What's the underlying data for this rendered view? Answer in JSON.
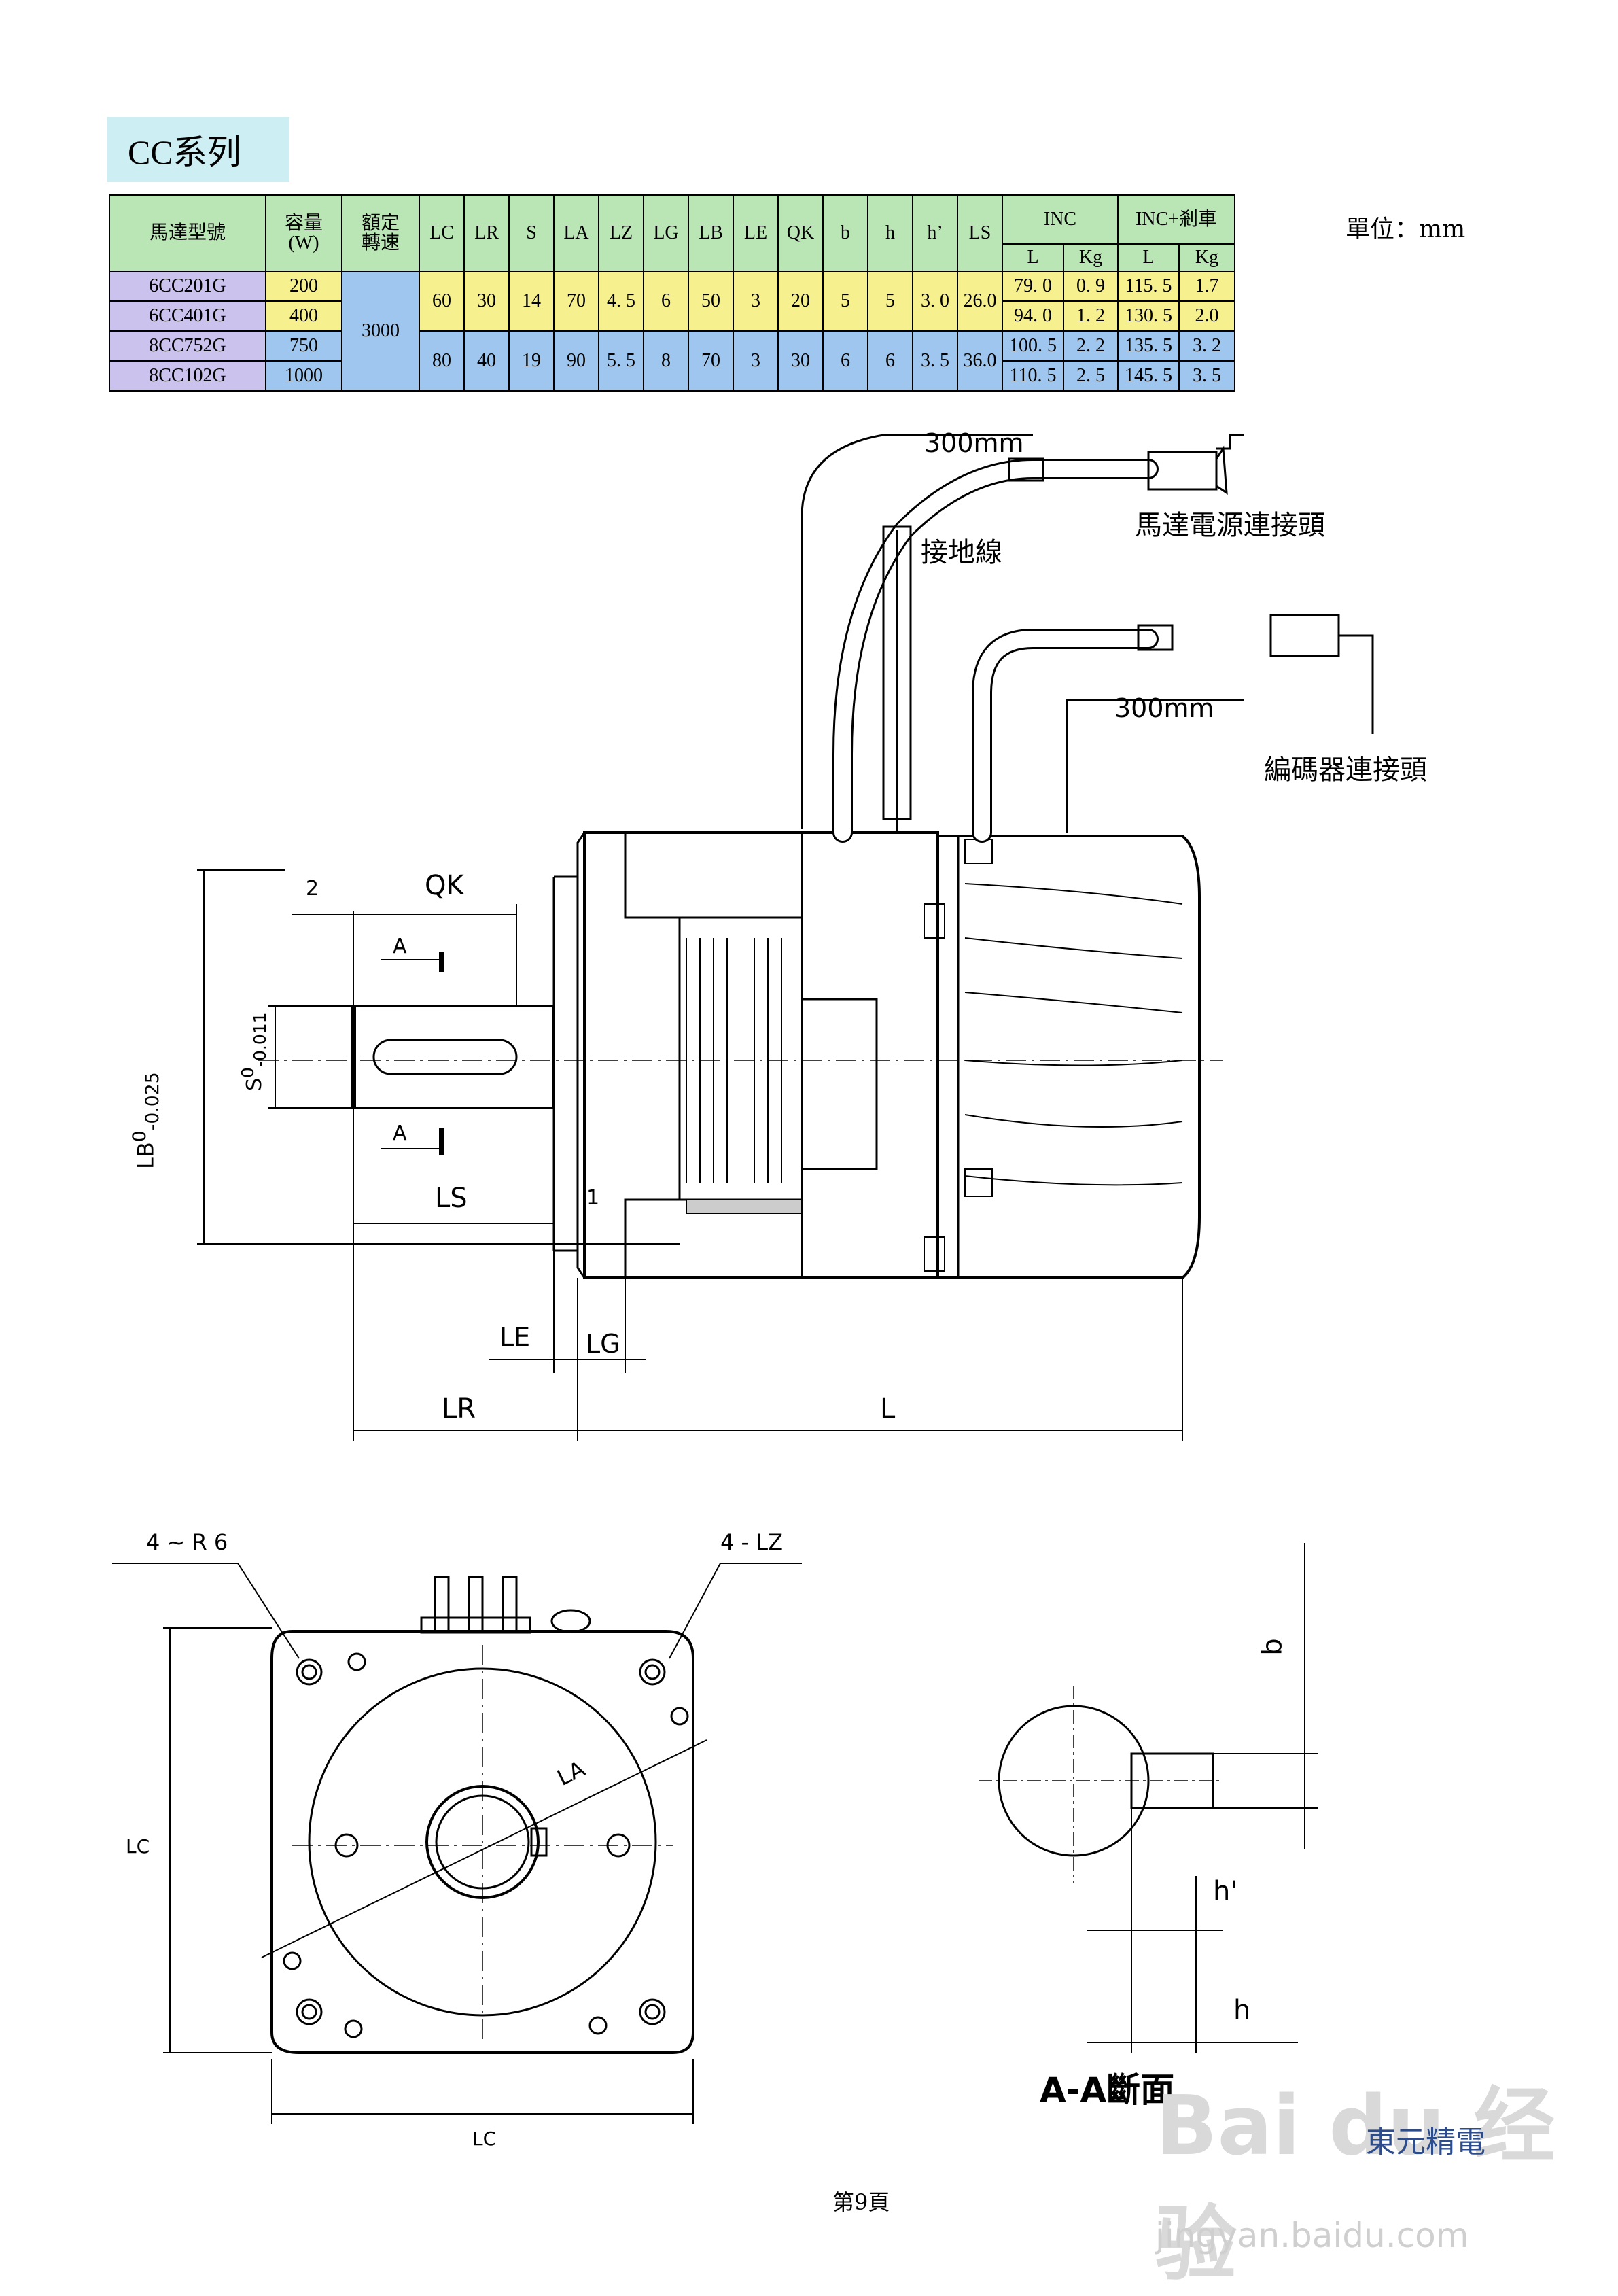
{
  "title": "CC系列",
  "unit": "單位：mm",
  "table": {
    "head": {
      "model": "馬達型號",
      "capacity_top": "容量",
      "capacity_bottom": "(W)",
      "speed_top": "額定",
      "speed_bottom": "轉速",
      "cols": [
        "LC",
        "LR",
        "S",
        "LA",
        "LZ",
        "LG",
        "LB",
        "LE",
        "QK",
        "b",
        "h",
        "h’",
        "LS"
      ],
      "inc": "INC",
      "inc_brake": "INC+剎車",
      "l": "L",
      "kg": "Kg"
    },
    "rows": [
      {
        "model": "6CC201G",
        "w": "200",
        "inc_l": "79. 0",
        "inc_kg": "0. 9",
        "br_l": "115. 5",
        "br_kg": "1.7"
      },
      {
        "model": "6CC401G",
        "w": "400",
        "inc_l": "94. 0",
        "inc_kg": "1. 2",
        "br_l": "130. 5",
        "br_kg": "2.0"
      },
      {
        "model": "8CC752G",
        "w": "750",
        "inc_l": "100. 5",
        "inc_kg": "2. 2",
        "br_l": "135. 5",
        "br_kg": "3. 2"
      },
      {
        "model": "8CC102G",
        "w": "1000",
        "inc_l": "110. 5",
        "inc_kg": "2. 5",
        "br_l": "145. 5",
        "br_kg": "3. 5"
      }
    ],
    "speed": "3000",
    "group1": [
      "60",
      "30",
      "14",
      "70",
      "4. 5",
      "6",
      "50",
      "3",
      "20",
      "5",
      "5",
      "3. 0",
      "26.0"
    ],
    "group2": [
      "80",
      "40",
      "19",
      "90",
      "5. 5",
      "8",
      "70",
      "3",
      "30",
      "6",
      "6",
      "3. 5",
      "36.0"
    ]
  },
  "drawing": {
    "cable_len_1": "300mm",
    "cable_len_2": "300mm",
    "power_connector": "馬達電源連接頭",
    "ground_wire": "接地線",
    "encoder_connector": "編碼器連接頭",
    "dim_2": "2",
    "dim_qk": "QK",
    "dim_a": "A",
    "dim_lb": "LB",
    "dim_lb_tol": "-0.025",
    "dim_zero": "0",
    "dim_s": "S",
    "dim_s_tol": "-0.011",
    "dim_ls": "LS",
    "dim_1": "1",
    "dim_le": "LE",
    "dim_lg": "LG",
    "dim_lr": "LR",
    "dim_l": "L",
    "dim_r6": "4 ~ R 6",
    "dim_lz": "4 - LZ",
    "dim_la": "LA",
    "dim_lc": "LC",
    "dim_b": "b",
    "dim_hp": "h'",
    "dim_h": "h",
    "section": "A-A斷面"
  },
  "page": "第9頁",
  "watermark": "Bai du 经验",
  "watermark_url": "jingyan.baidu.com",
  "brand": "東元精電"
}
